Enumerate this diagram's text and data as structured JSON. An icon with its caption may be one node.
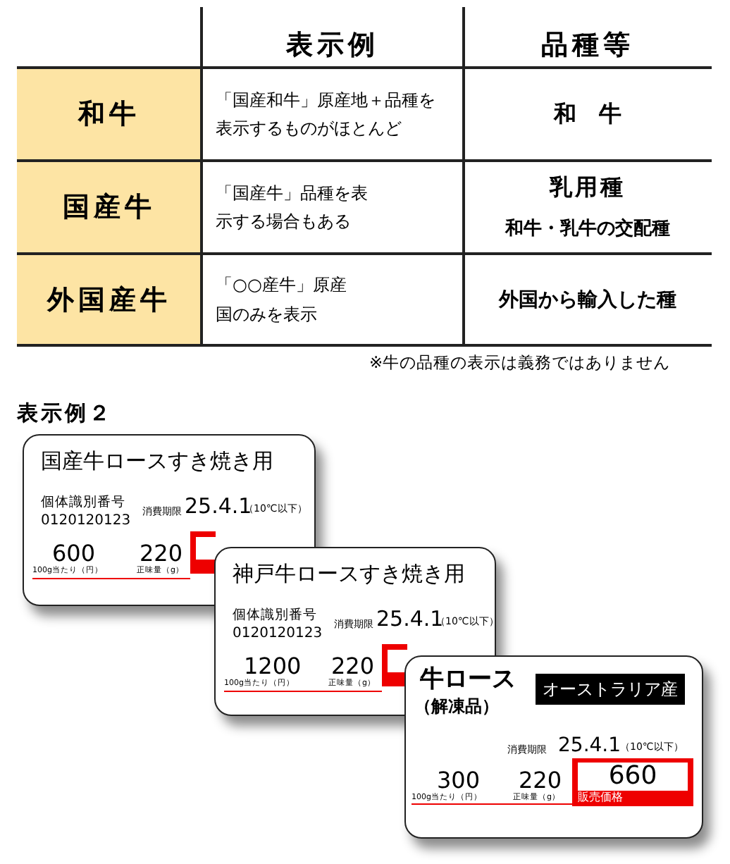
{
  "diagram": {
    "nodes": [
      {
        "text": [],
        "shape": "box"
      },
      {
        "text": [],
        "shape": "box"
      }
    ],
    "labels": [
      "表示例",
      "品種等",
      "和牛",
      "「国産和牛」原産地＋品種を表示するものがほとんど",
      "和　牛",
      "国産牛",
      "「国産牛」品種を表示する場合もある",
      "乳用種",
      "和牛・乳牛の交配種",
      "外国産牛",
      "「○○産牛」原産国のみを表示",
      "外国から輸入した種",
      "※牛の品種の表示は義務ではありません",
      "表示例２",
      "国産牛ロースすき焼き用",
      "個体識別番号",
      "0120120123",
      "消費期限",
      "25.4.1",
      "（10℃以下）",
      "600",
      "100g当たり（円）",
      "220",
      "正味量（g）",
      "神戸牛ロースすき焼き用",
      "個体識別番号",
      "0120120123",
      "消費期限",
      "25.4.1",
      "（10℃以下）",
      "1200",
      "100g当たり（円）",
      "220",
      "正味量（g）",
      "牛ロース",
      "（解凍品）",
      "オーストラリア産",
      "消費期限",
      "25.4.1",
      "（10℃以下）",
      "300",
      "100g当たり（円）",
      "220",
      "正味量（g）",
      "660",
      "販売価格"
    ]
  }
}
